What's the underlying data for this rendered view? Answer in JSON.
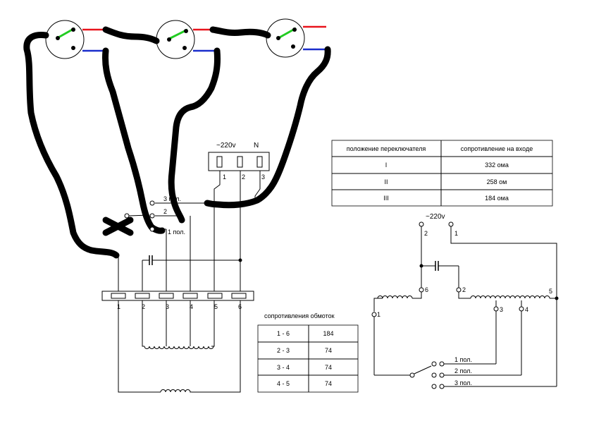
{
  "supply": {
    "label": "~220v",
    "neutral": "N",
    "pins": [
      "1",
      "2",
      "3"
    ]
  },
  "switch_labels": {
    "pos3": "3 пол.",
    "pos2": "2",
    "pos1": "1 пол."
  },
  "terminal_block": {
    "pins": [
      "1",
      "2",
      "3",
      "4",
      "5",
      "6"
    ]
  },
  "position_table": {
    "headers": [
      "положение переключателя",
      "сопротивление на входе"
    ],
    "rows": [
      {
        "position": "I",
        "value": "332 ома"
      },
      {
        "position": "II",
        "value": "258 ом"
      },
      {
        "position": "III",
        "value": "184 ома"
      }
    ]
  },
  "winding_table": {
    "title": "сопротивления обмоток",
    "rows": [
      {
        "pair": "1 - 6",
        "value": "184"
      },
      {
        "pair": "2 - 3",
        "value": "74"
      },
      {
        "pair": "3 - 4",
        "value": "74"
      },
      {
        "pair": "4 - 5",
        "value": "74"
      }
    ]
  },
  "schematic": {
    "supply_label": "~220v",
    "nodes": [
      "2",
      "1",
      "6",
      "2",
      "5",
      "3",
      "4",
      "1"
    ],
    "switch_positions": [
      "1 пол.",
      "2 пол.",
      "3 пол."
    ]
  },
  "colors": {
    "red": "#e8141c",
    "blue": "#1a2ecc",
    "green": "#22cc22"
  }
}
